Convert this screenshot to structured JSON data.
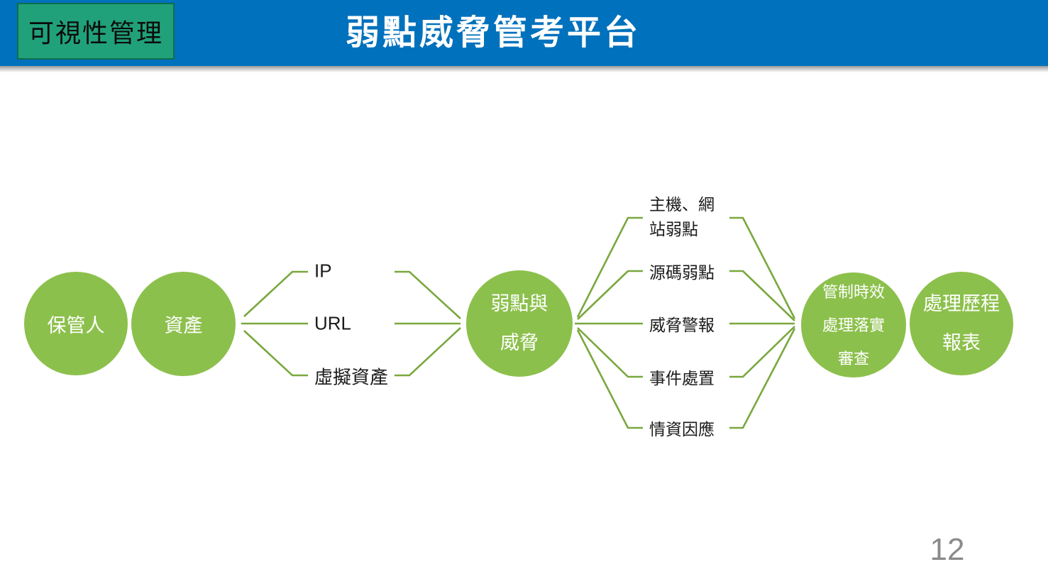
{
  "slide": {
    "tag_label": "可視性管理",
    "title": "弱點威脅管考平台",
    "page_number": "12"
  },
  "colors": {
    "header-bar": "#0071bc",
    "tag-bg": "#21a179",
    "tag-border": "#0e6e4e",
    "circle-fill": "#8cc04c",
    "connector": "#79a83e",
    "title-text": "#ffffff",
    "label-text": "#1a1a1a",
    "page-number": "#8a8a8a"
  },
  "diagram": {
    "circles": [
      {
        "name": "custodian",
        "lines": [
          "保管人"
        ]
      },
      {
        "name": "asset",
        "lines": [
          "資產"
        ]
      },
      {
        "name": "vuln-threat",
        "lines": [
          "弱點與",
          "威脅"
        ]
      },
      {
        "name": "control-review",
        "lines": [
          "管制時效",
          "處理落實",
          "審查"
        ]
      },
      {
        "name": "history-report",
        "lines": [
          "處理歷程",
          "報表"
        ]
      }
    ],
    "asset_branches": [
      {
        "lines": [
          "IP"
        ]
      },
      {
        "lines": [
          "URL"
        ]
      },
      {
        "lines": [
          "虛擬資產"
        ]
      }
    ],
    "vuln_branches": [
      {
        "lines": [
          "主機、網",
          "站弱點"
        ]
      },
      {
        "lines": [
          "源碼弱點"
        ]
      },
      {
        "lines": [
          "威脅警報"
        ]
      },
      {
        "lines": [
          "事件處置"
        ]
      },
      {
        "lines": [
          "情資因應"
        ]
      }
    ]
  }
}
